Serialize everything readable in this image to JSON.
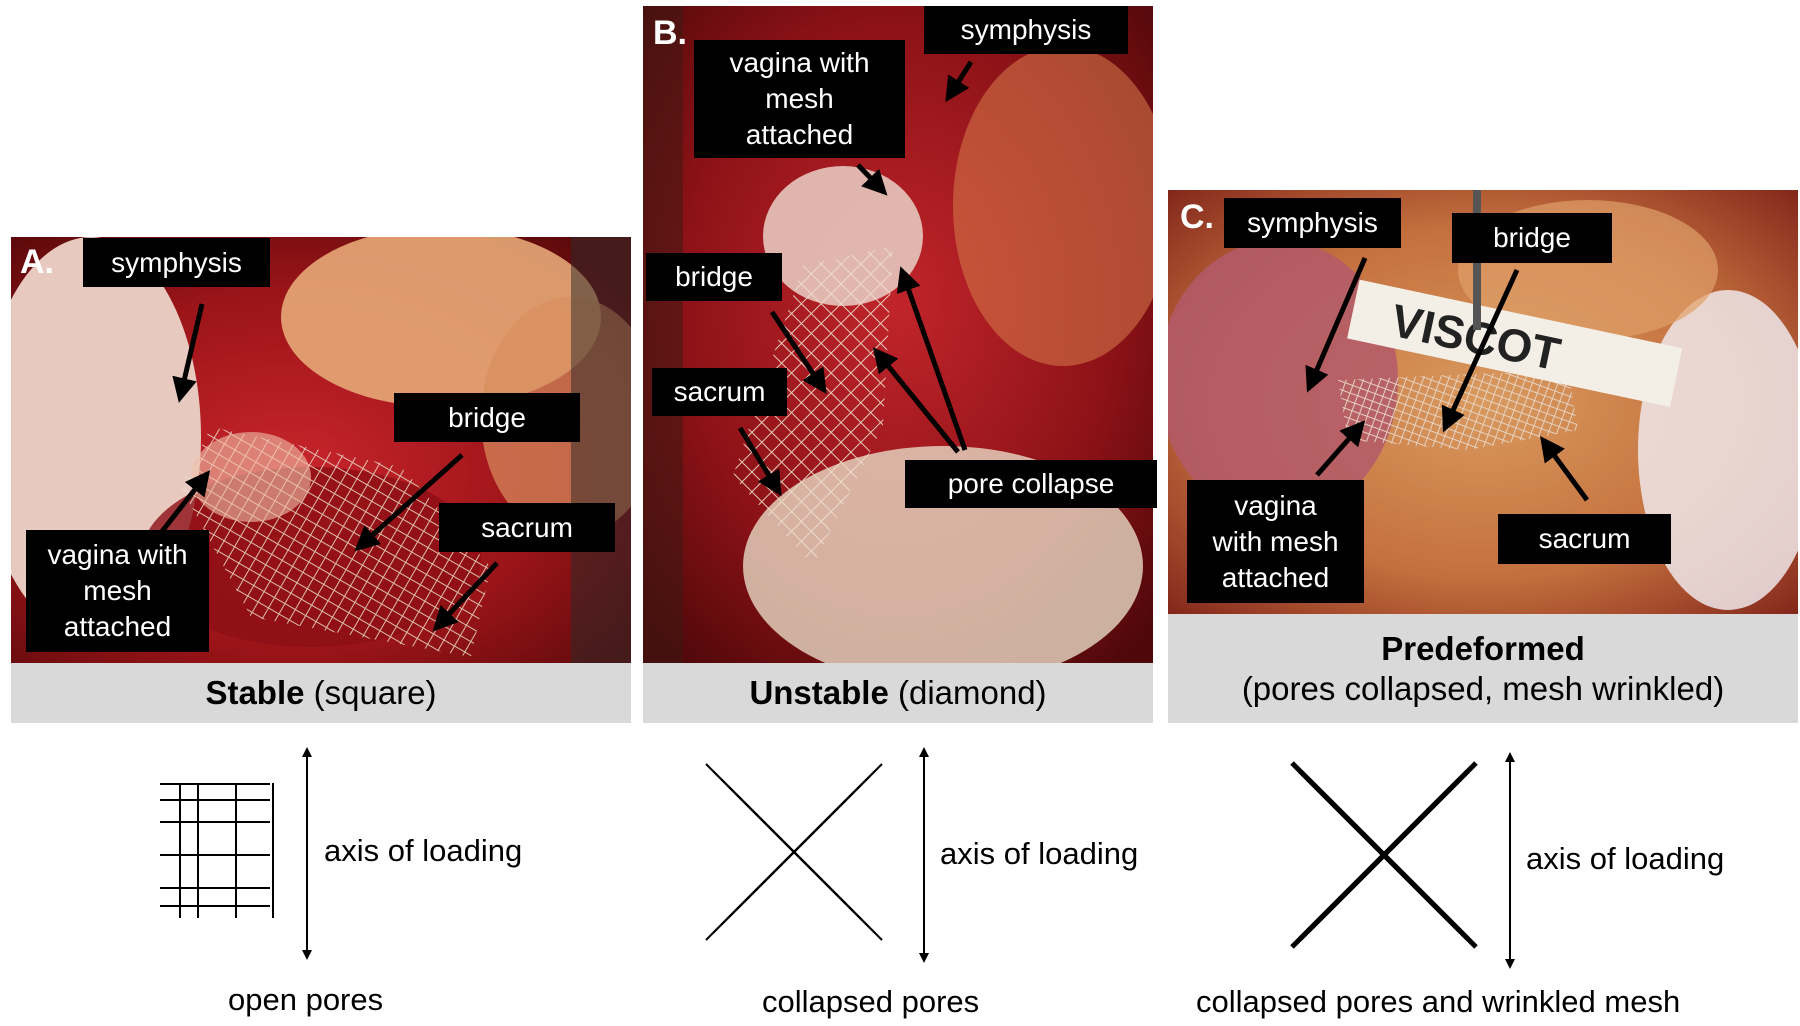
{
  "panels": [
    {
      "letter": "A.",
      "labels": {
        "symphysis": "symphysis",
        "bridge": "bridge",
        "sacrum": "sacrum",
        "vagina": "vagina with\nmesh\nattached"
      },
      "caption_bold": "Stable",
      "caption_rest": " (square)",
      "axis_label": "axis of loading",
      "pore_label": "open pores"
    },
    {
      "letter": "B.",
      "labels": {
        "symphysis": "symphysis",
        "vagina": "vagina with\nmesh\nattached",
        "bridge": "bridge",
        "sacrum": "sacrum",
        "pore_collapse": "pore collapse"
      },
      "caption_bold": "Unstable",
      "caption_rest": " (diamond)",
      "axis_label": "axis of loading",
      "pore_label": "collapsed pores"
    },
    {
      "letter": "C.",
      "labels": {
        "symphysis": "symphysis",
        "bridge": "bridge",
        "vagina": "vagina\nwith mesh\nattached",
        "sacrum": "sacrum"
      },
      "caption_bold": "Predeformed",
      "caption_rest": "(pores collapsed, mesh wrinkled)",
      "axis_label": "axis of loading",
      "pore_label": "collapsed pores and wrinkled mesh"
    }
  ],
  "ruler_text": "VISCOT",
  "colors": {
    "label_bg": "#000000",
    "caption_bg": "#d9d9d9",
    "tissue_dark": "#7a0f12",
    "tissue_mid": "#b8232a",
    "tissue_light": "#e8a47a"
  }
}
